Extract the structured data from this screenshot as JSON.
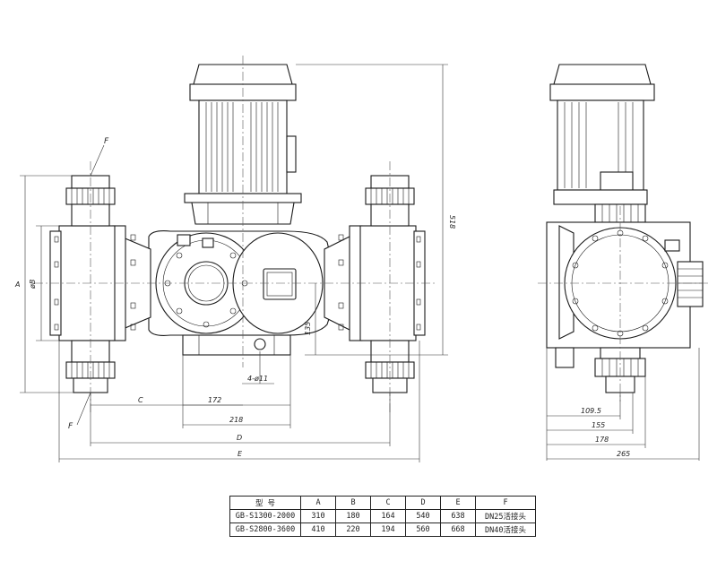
{
  "labels": {
    "flange_top": "F",
    "flange_bottom": "F",
    "dim_a": "A",
    "dim_b": "øB",
    "dim_c": "C",
    "dim_d": "D",
    "dim_e": "E",
    "dim_height": "518",
    "dim_135": "135",
    "dim_holes": "4-ø11",
    "dim_172": "172",
    "dim_218": "218",
    "side_109": "109.5",
    "side_155": "155",
    "side_178": "178",
    "side_265": "265"
  },
  "table": {
    "header": [
      "型 号",
      "A",
      "B",
      "C",
      "D",
      "E",
      "F"
    ],
    "rows": [
      [
        "GB-S1300-2000",
        "310",
        "180",
        "164",
        "540",
        "638",
        "DN25活接头"
      ],
      [
        "GB-S2800-3600",
        "410",
        "220",
        "194",
        "560",
        "668",
        "DN40活接头"
      ]
    ]
  }
}
